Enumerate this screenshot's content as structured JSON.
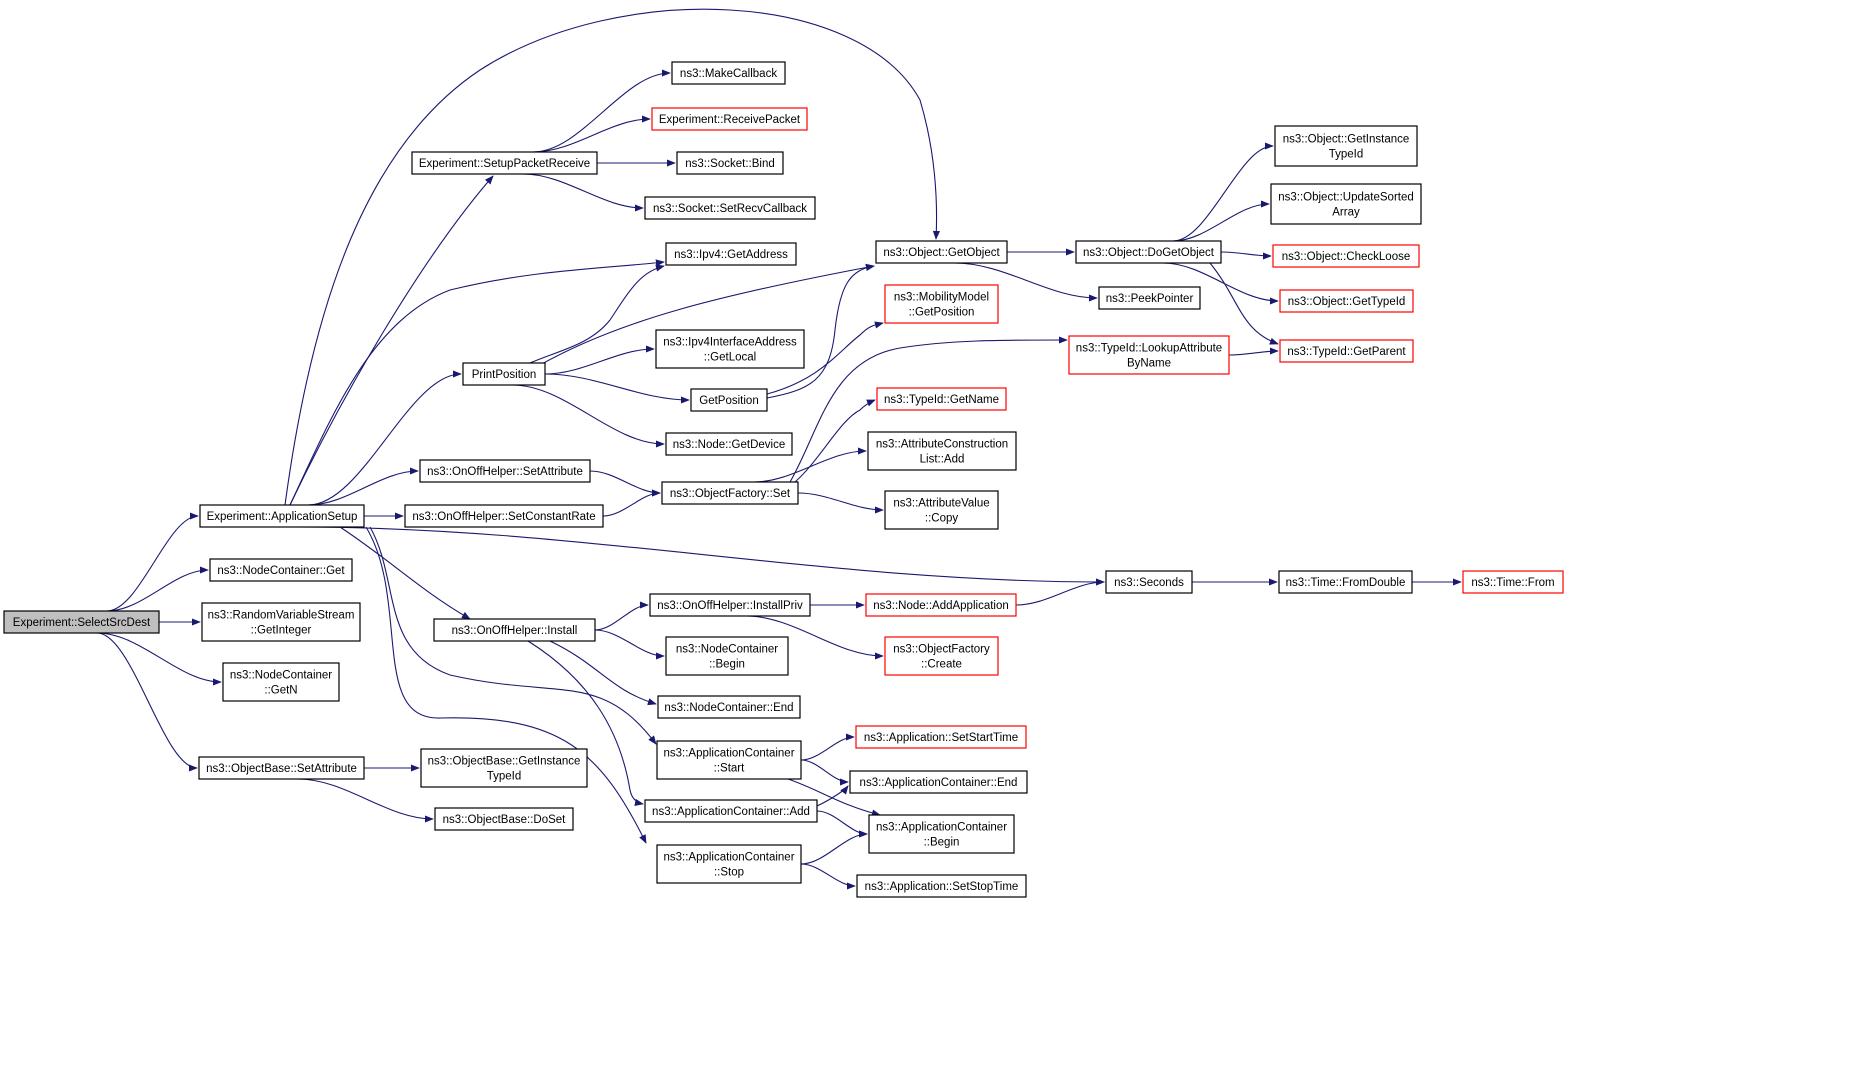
{
  "graph": {
    "colors": {
      "edge": "#191970",
      "node_border": "#000000",
      "node_border_undocumented": "#ff0000",
      "root_fill": "#bfbfbf",
      "node_fill": "#ffffff"
    },
    "nodes": [
      {
        "id": "SelectSrcDest",
        "lines": [
          "Experiment::SelectSrcDest"
        ],
        "style": "root"
      },
      {
        "id": "ApplicationSetup",
        "lines": [
          "Experiment::ApplicationSetup"
        ],
        "style": "normal"
      },
      {
        "id": "NCGet",
        "lines": [
          "ns3::NodeContainer::Get"
        ],
        "style": "normal"
      },
      {
        "id": "RVSGetInteger",
        "lines": [
          "ns3::RandomVariableStream",
          "::GetInteger"
        ],
        "style": "normal"
      },
      {
        "id": "NCGetN",
        "lines": [
          "ns3::NodeContainer",
          "::GetN"
        ],
        "style": "normal"
      },
      {
        "id": "OBSetAttribute",
        "lines": [
          "ns3::ObjectBase::SetAttribute"
        ],
        "style": "normal"
      },
      {
        "id": "OBGetInstanceTypeId",
        "lines": [
          "ns3::ObjectBase::GetInstance",
          "TypeId"
        ],
        "style": "normal"
      },
      {
        "id": "OBDoSet",
        "lines": [
          "ns3::ObjectBase::DoSet"
        ],
        "style": "normal"
      },
      {
        "id": "SetupPacketReceive",
        "lines": [
          "Experiment::SetupPacketReceive"
        ],
        "style": "normal"
      },
      {
        "id": "MakeCallback",
        "lines": [
          "ns3::MakeCallback"
        ],
        "style": "normal"
      },
      {
        "id": "ReceivePacket",
        "lines": [
          "Experiment::ReceivePacket"
        ],
        "style": "undocumented"
      },
      {
        "id": "SocketBind",
        "lines": [
          "ns3::Socket::Bind"
        ],
        "style": "normal"
      },
      {
        "id": "SocketSetRecvCallback",
        "lines": [
          "ns3::Socket::SetRecvCallback"
        ],
        "style": "normal"
      },
      {
        "id": "Ipv4GetAddress",
        "lines": [
          "ns3::Ipv4::GetAddress"
        ],
        "style": "normal"
      },
      {
        "id": "PrintPosition",
        "lines": [
          "PrintPosition"
        ],
        "style": "normal"
      },
      {
        "id": "Ipv4IAGetLocal",
        "lines": [
          "ns3::Ipv4InterfaceAddress",
          "::GetLocal"
        ],
        "style": "normal"
      },
      {
        "id": "GetPosition",
        "lines": [
          "GetPosition"
        ],
        "style": "normal"
      },
      {
        "id": "NodeGetDevice",
        "lines": [
          "ns3::Node::GetDevice"
        ],
        "style": "normal"
      },
      {
        "id": "OnOffSetAttribute",
        "lines": [
          "ns3::OnOffHelper::SetAttribute"
        ],
        "style": "normal"
      },
      {
        "id": "OnOffSetConstantRate",
        "lines": [
          "ns3::OnOffHelper::SetConstantRate"
        ],
        "style": "normal"
      },
      {
        "id": "ObjectFactorySet",
        "lines": [
          "ns3::ObjectFactory::Set"
        ],
        "style": "normal"
      },
      {
        "id": "ObjectGetObject",
        "lines": [
          "ns3::Object::GetObject"
        ],
        "style": "normal"
      },
      {
        "id": "MobilityGetPosition",
        "lines": [
          "ns3::MobilityModel",
          "::GetPosition"
        ],
        "style": "undocumented"
      },
      {
        "id": "ObjectDoGetObject",
        "lines": [
          "ns3::Object::DoGetObject"
        ],
        "style": "normal"
      },
      {
        "id": "PeekPointer",
        "lines": [
          "ns3::PeekPointer"
        ],
        "style": "normal"
      },
      {
        "id": "ObjGetInstanceTypeId",
        "lines": [
          "ns3::Object::GetInstance",
          "TypeId"
        ],
        "style": "normal"
      },
      {
        "id": "ObjUpdateSortedArray",
        "lines": [
          "ns3::Object::UpdateSorted",
          "Array"
        ],
        "style": "normal"
      },
      {
        "id": "ObjCheckLoose",
        "lines": [
          "ns3::Object::CheckLoose"
        ],
        "style": "undocumented"
      },
      {
        "id": "ObjGetTypeId",
        "lines": [
          "ns3::Object::GetTypeId"
        ],
        "style": "undocumented"
      },
      {
        "id": "TypeIdGetParent",
        "lines": [
          "ns3::TypeId::GetParent"
        ],
        "style": "undocumented"
      },
      {
        "id": "LookupAttributeByName",
        "lines": [
          "ns3::TypeId::LookupAttribute",
          "ByName"
        ],
        "style": "undocumented"
      },
      {
        "id": "TypeIdGetName",
        "lines": [
          "ns3::TypeId::GetName"
        ],
        "style": "undocumented"
      },
      {
        "id": "ACListAdd",
        "lines": [
          "ns3::AttributeConstruction",
          "List::Add"
        ],
        "style": "normal"
      },
      {
        "id": "AttributeValueCopy",
        "lines": [
          "ns3::AttributeValue",
          "::Copy"
        ],
        "style": "normal"
      },
      {
        "id": "Seconds",
        "lines": [
          "ns3::Seconds"
        ],
        "style": "normal"
      },
      {
        "id": "TimeFromDouble",
        "lines": [
          "ns3::Time::FromDouble"
        ],
        "style": "normal"
      },
      {
        "id": "TimeFrom",
        "lines": [
          "ns3::Time::From"
        ],
        "style": "undocumented"
      },
      {
        "id": "OnOffInstall",
        "lines": [
          "ns3::OnOffHelper::Install"
        ],
        "style": "normal"
      },
      {
        "id": "OnOffInstallPriv",
        "lines": [
          "ns3::OnOffHelper::InstallPriv"
        ],
        "style": "normal"
      },
      {
        "id": "NodeAddApplication",
        "lines": [
          "ns3::Node::AddApplication"
        ],
        "style": "undocumented"
      },
      {
        "id": "ObjectFactoryCreate",
        "lines": [
          "ns3::ObjectFactory",
          "::Create"
        ],
        "style": "undocumented"
      },
      {
        "id": "NCBegin",
        "lines": [
          "ns3::NodeContainer",
          "::Begin"
        ],
        "style": "normal"
      },
      {
        "id": "NCEnd",
        "lines": [
          "ns3::NodeContainer::End"
        ],
        "style": "normal"
      },
      {
        "id": "ACStart",
        "lines": [
          "ns3::ApplicationContainer",
          "::Start"
        ],
        "style": "normal"
      },
      {
        "id": "AppSetStartTime",
        "lines": [
          "ns3::Application::SetStartTime"
        ],
        "style": "undocumented"
      },
      {
        "id": "ACEnd",
        "lines": [
          "ns3::ApplicationContainer::End"
        ],
        "style": "normal"
      },
      {
        "id": "ACAdd",
        "lines": [
          "ns3::ApplicationContainer::Add"
        ],
        "style": "normal"
      },
      {
        "id": "ACBegin",
        "lines": [
          "ns3::ApplicationContainer",
          "::Begin"
        ],
        "style": "normal"
      },
      {
        "id": "ACStop",
        "lines": [
          "ns3::ApplicationContainer",
          "::Stop"
        ],
        "style": "normal"
      },
      {
        "id": "AppSetStopTime",
        "lines": [
          "ns3::Application::SetStopTime"
        ],
        "style": "normal"
      }
    ],
    "edges": [
      [
        "SelectSrcDest",
        "ApplicationSetup"
      ],
      [
        "SelectSrcDest",
        "NCGet"
      ],
      [
        "SelectSrcDest",
        "RVSGetInteger"
      ],
      [
        "SelectSrcDest",
        "NCGetN"
      ],
      [
        "SelectSrcDest",
        "OBSetAttribute"
      ],
      [
        "OBSetAttribute",
        "OBGetInstanceTypeId"
      ],
      [
        "OBSetAttribute",
        "OBDoSet"
      ],
      [
        "ApplicationSetup",
        "SetupPacketReceive"
      ],
      [
        "ApplicationSetup",
        "ObjectGetObject"
      ],
      [
        "ApplicationSetup",
        "Ipv4GetAddress"
      ],
      [
        "ApplicationSetup",
        "PrintPosition"
      ],
      [
        "ApplicationSetup",
        "OnOffSetAttribute"
      ],
      [
        "ApplicationSetup",
        "OnOffSetConstantRate"
      ],
      [
        "ApplicationSetup",
        "Seconds"
      ],
      [
        "ApplicationSetup",
        "OnOffInstall"
      ],
      [
        "ApplicationSetup",
        "ACStart"
      ],
      [
        "ApplicationSetup",
        "ACStop"
      ],
      [
        "SetupPacketReceive",
        "MakeCallback"
      ],
      [
        "SetupPacketReceive",
        "ReceivePacket"
      ],
      [
        "SetupPacketReceive",
        "SocketBind"
      ],
      [
        "SetupPacketReceive",
        "SocketSetRecvCallback"
      ],
      [
        "PrintPosition",
        "Ipv4GetAddress"
      ],
      [
        "PrintPosition",
        "ObjectGetObject"
      ],
      [
        "PrintPosition",
        "Ipv4IAGetLocal"
      ],
      [
        "PrintPosition",
        "GetPosition"
      ],
      [
        "PrintPosition",
        "NodeGetDevice"
      ],
      [
        "GetPosition",
        "ObjectGetObject"
      ],
      [
        "GetPosition",
        "MobilityGetPosition"
      ],
      [
        "OnOffSetAttribute",
        "ObjectFactorySet"
      ],
      [
        "OnOffSetConstantRate",
        "ObjectFactorySet"
      ],
      [
        "ObjectFactorySet",
        "LookupAttributeByName"
      ],
      [
        "ObjectFactorySet",
        "TypeIdGetName"
      ],
      [
        "ObjectFactorySet",
        "ACListAdd"
      ],
      [
        "ObjectFactorySet",
        "AttributeValueCopy"
      ],
      [
        "ObjectGetObject",
        "ObjectDoGetObject"
      ],
      [
        "ObjectGetObject",
        "PeekPointer"
      ],
      [
        "ObjectDoGetObject",
        "ObjGetInstanceTypeId"
      ],
      [
        "ObjectDoGetObject",
        "ObjUpdateSortedArray"
      ],
      [
        "ObjectDoGetObject",
        "ObjCheckLoose"
      ],
      [
        "ObjectDoGetObject",
        "ObjGetTypeId"
      ],
      [
        "ObjectDoGetObject",
        "TypeIdGetParent"
      ],
      [
        "LookupAttributeByName",
        "TypeIdGetParent"
      ],
      [
        "Seconds",
        "TimeFromDouble"
      ],
      [
        "TimeFromDouble",
        "TimeFrom"
      ],
      [
        "OnOffInstall",
        "OnOffInstallPriv"
      ],
      [
        "OnOffInstall",
        "NCBegin"
      ],
      [
        "OnOffInstall",
        "NCEnd"
      ],
      [
        "OnOffInstall",
        "ACAdd"
      ],
      [
        "OnOffInstallPriv",
        "NodeAddApplication"
      ],
      [
        "OnOffInstallPriv",
        "ObjectFactoryCreate"
      ],
      [
        "NodeAddApplication",
        "Seconds"
      ],
      [
        "ACStart",
        "AppSetStartTime"
      ],
      [
        "ACStart",
        "ACEnd"
      ],
      [
        "ACStart",
        "ACBegin"
      ],
      [
        "ACAdd",
        "ACEnd"
      ],
      [
        "ACAdd",
        "ACBegin"
      ],
      [
        "ACStop",
        "ACBegin"
      ],
      [
        "ACStop",
        "AppSetStopTime"
      ]
    ]
  }
}
